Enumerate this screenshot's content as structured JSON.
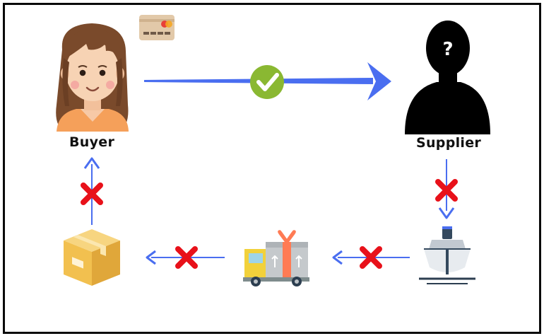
{
  "nodes": {
    "buyer": {
      "label": "Buyer"
    },
    "supplier": {
      "label": "Supplier",
      "mark": "?"
    },
    "shipping": {
      "label": ""
    },
    "delivery": {
      "label": ""
    },
    "package": {
      "label": ""
    }
  },
  "links": [
    {
      "from": "buyer",
      "to": "supplier",
      "status": "success",
      "status_icon": "green-check-icon"
    },
    {
      "from": "supplier",
      "to": "shipping",
      "status": "failed",
      "status_icon": "red-x-icon"
    },
    {
      "from": "shipping",
      "to": "delivery",
      "status": "failed",
      "status_icon": "red-x-icon"
    },
    {
      "from": "delivery",
      "to": "package",
      "status": "failed",
      "status_icon": "red-x-icon"
    },
    {
      "from": "package",
      "to": "buyer",
      "status": "failed",
      "status_icon": "red-x-icon"
    }
  ],
  "colors": {
    "arrow": "#4a6ef0",
    "success": "#8ab832",
    "failed": "#e8111a",
    "frame": "#0a0a0a"
  }
}
